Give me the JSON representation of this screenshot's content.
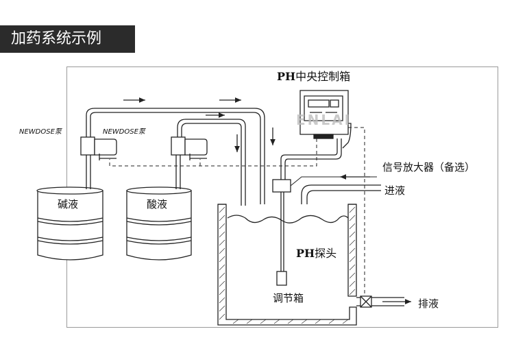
{
  "header": {
    "title": "加药系统示例"
  },
  "labels": {
    "ph_box_prefix": "PH",
    "ph_box_suffix": "中央控制箱",
    "pump_left": "NEWDOSE泵",
    "pump_right": "NEWDOSE泵",
    "tank_base": "碱液",
    "tank_acid": "酸液",
    "amplifier": "信号放大器（备选）",
    "inlet": "进液",
    "probe_prefix": "PH",
    "probe_suffix": "探头",
    "regulating_tank": "调节箱",
    "drain": "排液"
  },
  "watermark": "ENLAI",
  "colors": {
    "header_bg": "#2b2b2b",
    "line": "#222222",
    "frame": "#9a9a9a"
  }
}
